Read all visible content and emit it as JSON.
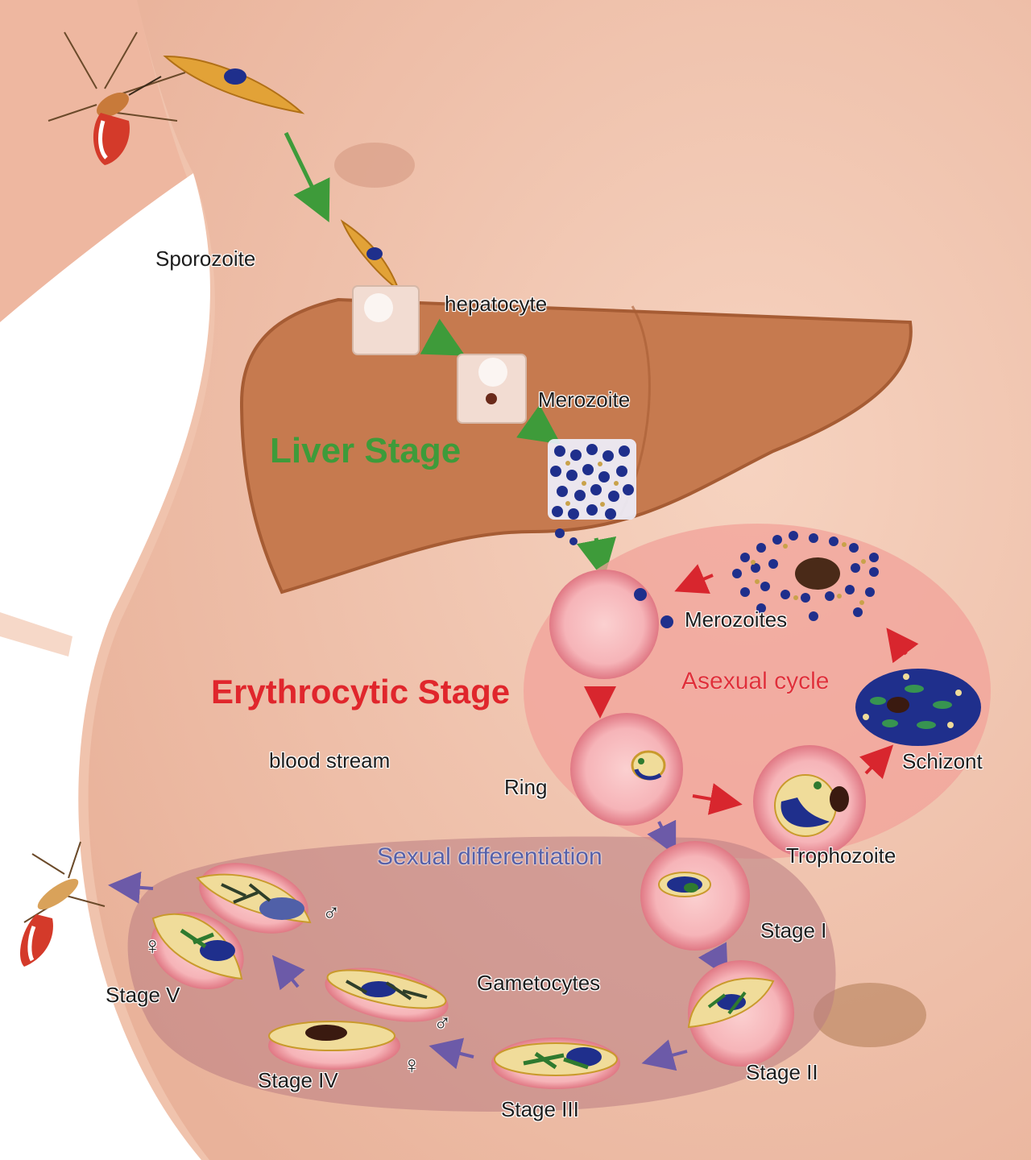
{
  "labels": {
    "sporozoite": "Sporozoite",
    "hepatocyte": "hepatocyte",
    "merozoite": "Merozoite",
    "liver_stage": "Liver Stage",
    "merozoites": "Merozoites",
    "asexual_cycle": "Asexual cycle",
    "erythrocytic_stage": "Erythrocytic Stage",
    "blood_stream": "blood stream",
    "schizont": "Schizont",
    "ring": "Ring",
    "trophozoite": "Trophozoite",
    "sexual_differentiation": "Sexual differentiation",
    "stage_1": "Stage I",
    "stage_2": "Stage II",
    "stage_3": "Stage III",
    "stage_4": "Stage IV",
    "stage_5": "Stage V",
    "gametocytes": "Gametocytes"
  },
  "symbols": {
    "male": "♂",
    "female": "♀"
  },
  "colors": {
    "skin": "#f3c9b4",
    "liver": "#c67a4f",
    "liver_text": "#3e9b3a",
    "erythrocytic_text": "#e0262c",
    "asexual_zone": "#f2a29a",
    "sexual_zone": "#c88c8c",
    "asexual_arrow": "#d8262e",
    "sexual_arrow": "#6c5aa8",
    "liver_arrow": "#3e9b3a",
    "parasite_blue": "#1f2f8c",
    "parasite_green": "#2f7a2f"
  }
}
